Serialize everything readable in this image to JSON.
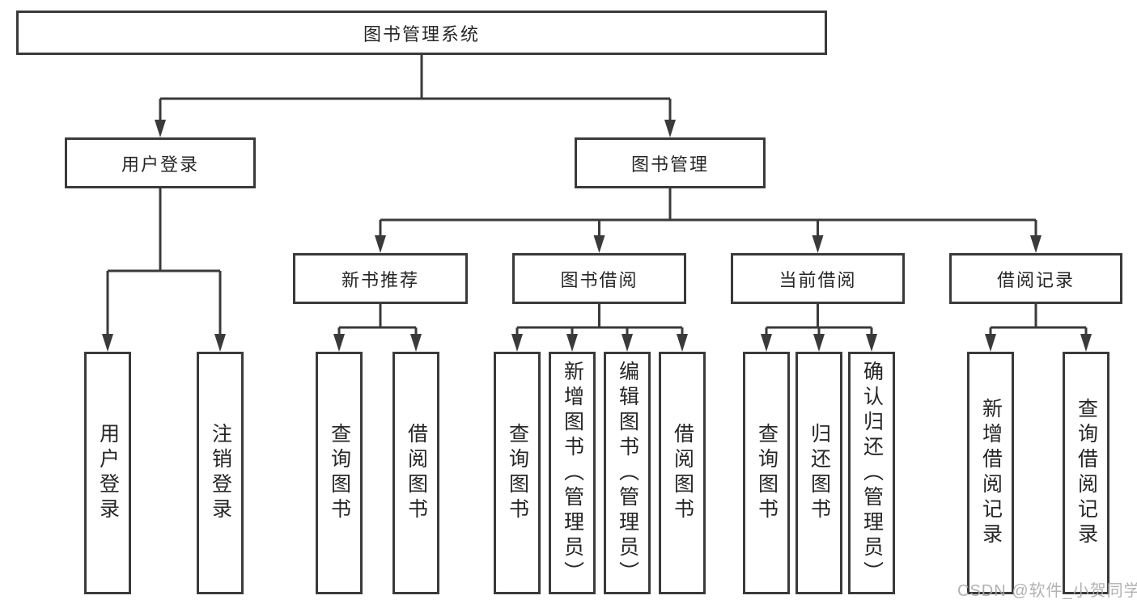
{
  "tree": {
    "label": "图书管理系统",
    "children": [
      {
        "label": "用户登录",
        "children": [
          {
            "label": "用户登录"
          },
          {
            "label": "注销登录"
          }
        ]
      },
      {
        "label": "图书管理",
        "children": [
          {
            "label": "新书推荐",
            "children": [
              {
                "label": "查询图书"
              },
              {
                "label": "借阅图书"
              }
            ]
          },
          {
            "label": "图书借阅",
            "children": [
              {
                "label": "查询图书"
              },
              {
                "label": "新增图书（管理员）"
              },
              {
                "label": "编辑图书（管理员）"
              },
              {
                "label": "借阅图书"
              }
            ]
          },
          {
            "label": "当前借阅",
            "children": [
              {
                "label": "查询图书"
              },
              {
                "label": "归还图书"
              },
              {
                "label": "确认归还（管理员）"
              }
            ]
          },
          {
            "label": "借阅记录",
            "children": [
              {
                "label": "新增借阅记录"
              },
              {
                "label": "查询借阅记录"
              }
            ]
          }
        ]
      }
    ]
  },
  "watermark": {
    "text": "CSDN @软件_小贺同学"
  },
  "colors": {
    "line": "#3a3a3a",
    "box_border": "#3a3a3a",
    "text": "#262626",
    "watermark": "#aaaaaa",
    "background": "#ffffff"
  }
}
